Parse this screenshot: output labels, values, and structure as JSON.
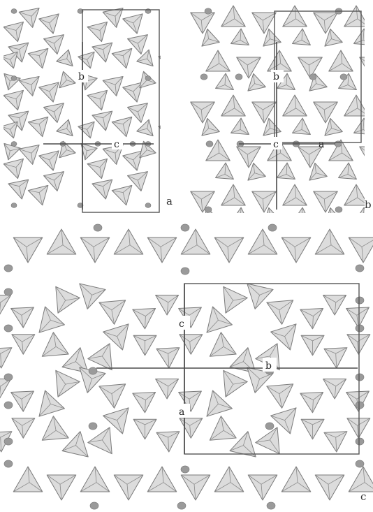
{
  "panels": [
    {
      "id": "a",
      "label": "a",
      "axes": [
        "b",
        "c"
      ]
    },
    {
      "id": "b",
      "label": "b",
      "axes": [
        "b",
        "c",
        "a"
      ]
    },
    {
      "id": "c",
      "label": "c",
      "axes": [
        "c",
        "b",
        "a"
      ]
    }
  ],
  "colors": {
    "tetrahedron_fill": "#dcdcdc",
    "tetrahedron_edge": "#7a7a7a",
    "atom": "#9a9a9a",
    "cell": "#555555"
  }
}
